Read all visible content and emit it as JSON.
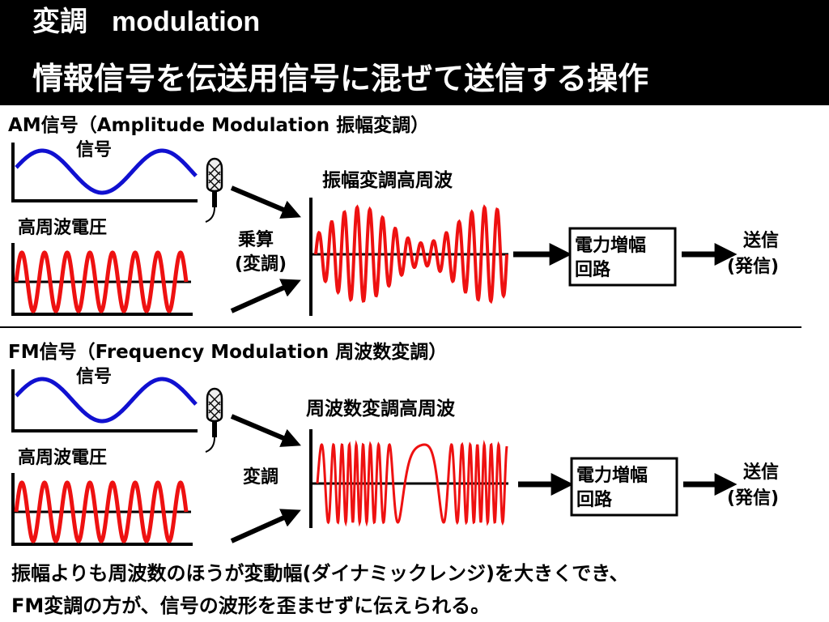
{
  "title_ja": "変調",
  "title_en": "modulation",
  "subtitle": "情報信号を伝送用信号に混ぜて送信する操作",
  "am": {
    "heading": "AM信号（Amplitude Modulation 振幅変調）",
    "signal_label": "信号",
    "carrier_label": "高周波電圧",
    "operation_line1": "乗算",
    "operation_line2": "(変調)",
    "output_label": "振幅変調高周波",
    "amp_line1": "電力増幅",
    "amp_line2": "回路",
    "send_line1": "送信",
    "send_line2": "(発信)"
  },
  "fm": {
    "heading": "FM信号（Frequency Modulation 周波数変調）",
    "signal_label": "信号",
    "carrier_label": "高周波電圧",
    "operation_line1": "変調",
    "output_label": "周波数変調高周波",
    "amp_line1": "電力増幅",
    "amp_line2": "回路",
    "send_line1": "送信",
    "send_line2": "(発信)"
  },
  "footer": {
    "line1": "振幅よりも周波数のほうが変動幅(ダイナミックレンジ)を大きくでき、",
    "line2": "FM変調の方が、信号の波形を歪ませずに伝えられる。"
  },
  "colors": {
    "header_bg": "#000000",
    "signal_wave": "#1010d0",
    "carrier_wave": "#ee1111",
    "ink": "#000000"
  }
}
